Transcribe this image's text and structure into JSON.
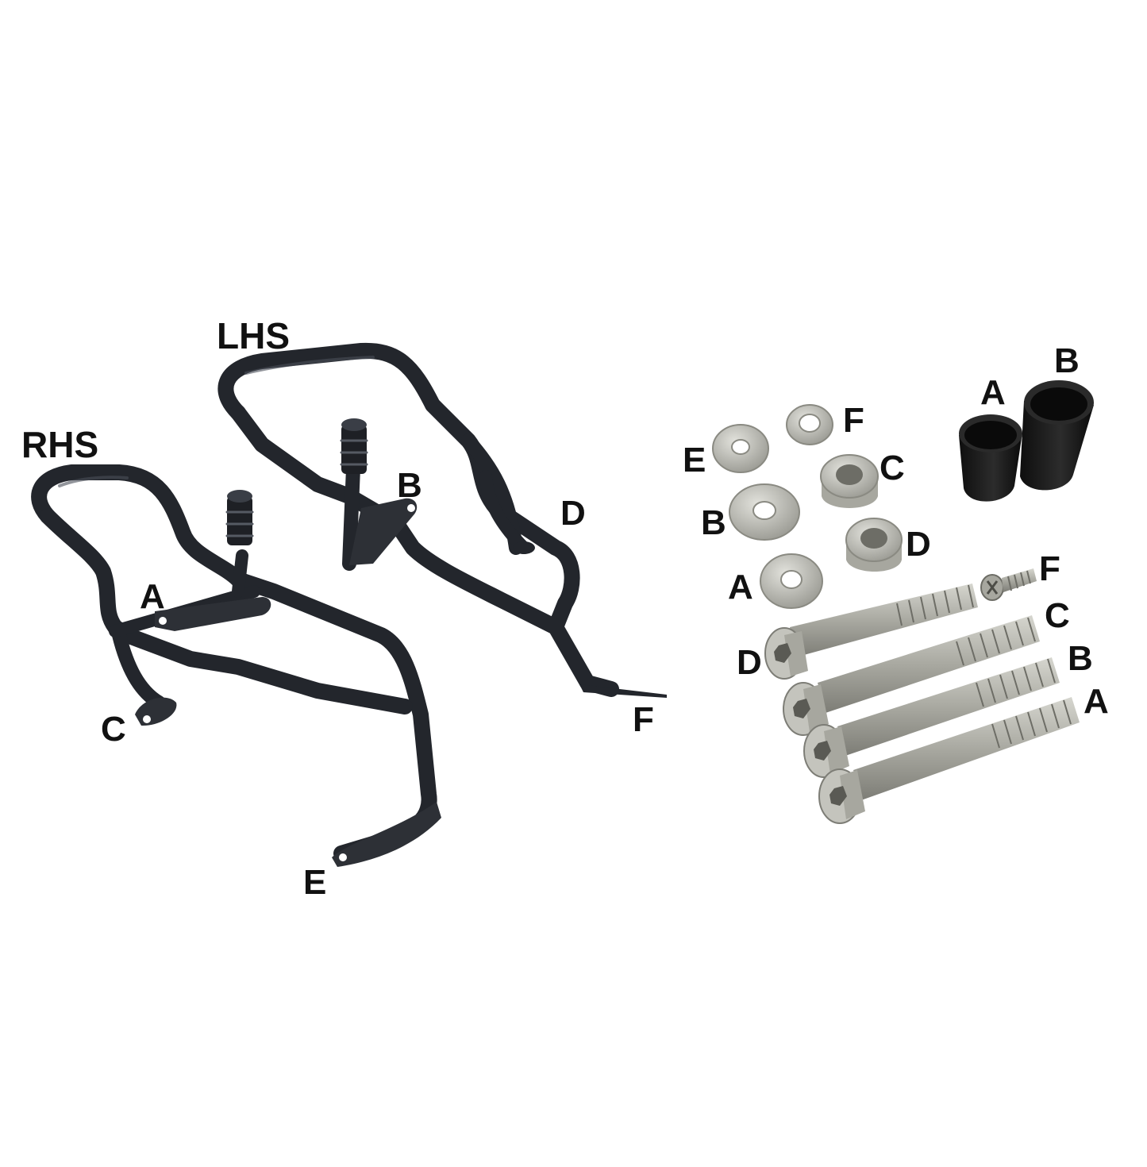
{
  "colors": {
    "background": "#ffffff",
    "frame_steel": "#23262c",
    "frame_highlight": "#4a4f58",
    "bracket_plate": "#2d3036",
    "zinc_metal": "#b8b8b0",
    "zinc_dark": "#8a8a82",
    "spacer_black": "#1a1a1a",
    "label_text": "#111111"
  },
  "frames": {
    "left_frame_label": "LHS",
    "right_frame_label": "RHS",
    "rhs_points": {
      "a": "A",
      "c": "C",
      "e": "E"
    },
    "lhs_points": {
      "b": "B",
      "d": "D",
      "f": "F"
    }
  },
  "hardware": {
    "spacers": {
      "a": "A",
      "b": "B"
    },
    "washers": {
      "a": "A",
      "b": "B",
      "c": "C",
      "d": "D",
      "e": "E",
      "f": "F"
    },
    "bolts": {
      "a": "A",
      "b": "B",
      "c": "C",
      "d": "D",
      "f": "F"
    }
  }
}
